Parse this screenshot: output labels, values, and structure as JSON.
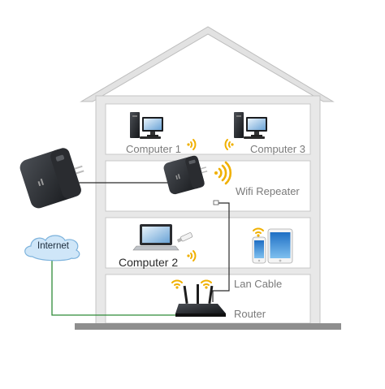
{
  "labels": {
    "computer1": "Computer 1",
    "computer3": "Computer 3",
    "wifi_repeater": "Wifi Repeater",
    "computer2": "Computer 2",
    "lan_cable": "Lan Cable",
    "router": "Router",
    "internet": "Internet"
  },
  "colors": {
    "house_fill": "#e2e2e2",
    "house_outline": "#bdbdbd",
    "ground": "#8e8e8e",
    "wifi_signal": "#f0b000",
    "cable_black": "#2b2b2b",
    "cable_green": "#2f8a38",
    "cloud_fill": "#cfe6f8",
    "cloud_stroke": "#7cb2dc"
  },
  "icons": [
    "desktop-computer-icon",
    "laptop-icon",
    "usb-adapter-icon",
    "smartphone-icon",
    "tablet-icon",
    "router-icon",
    "wifi-repeater-icon",
    "wifi-signal-icon",
    "cloud-icon"
  ]
}
